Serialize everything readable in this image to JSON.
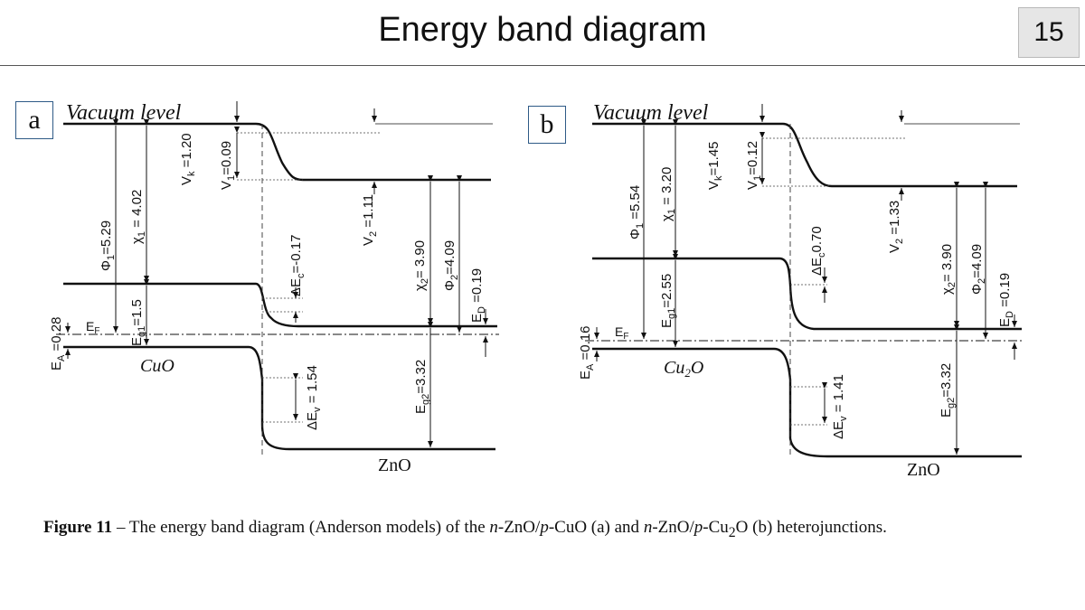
{
  "slide": {
    "title": "Energy band diagram",
    "page_number": "15"
  },
  "panel_a": {
    "label": "a",
    "vacuum_level": "Vacuum level",
    "left_material": "CuO",
    "right_material": "ZnO",
    "E_F": "E",
    "E_F_sub": "F",
    "phi1": "Φ",
    "phi1_sub": "1",
    "phi1_val": "=5.29",
    "chi1": "χ",
    "chi1_sub": "1",
    "chi1_val": " = 4.02",
    "Vk": "V",
    "Vk_sub": "k",
    "Vk_val": " =1.20",
    "V1": "V",
    "V1_sub": "1",
    "V1_val": "=0.09",
    "dEc": "ΔE",
    "dEc_sub": "c",
    "dEc_val": "=-0.17",
    "V2": "V",
    "V2_sub": "2",
    "V2_val": " =1.11",
    "chi2": "χ",
    "chi2_sub": "2",
    "chi2_val": "= 3.90",
    "phi2": "Φ",
    "phi2_sub": "2",
    "phi2_val": "=4.09",
    "ED": "E",
    "ED_sub": "D",
    "ED_val": " =0.19",
    "Eg1": "E",
    "Eg1_sub": "g1",
    "Eg1_val": "=1.5",
    "EA": "E",
    "EA_sub": "A",
    "EA_val": " =0.28",
    "dEv": "ΔE",
    "dEv_sub": "v",
    "dEv_val": " = 1.54",
    "Eg2": "E",
    "Eg2_sub": "g2",
    "Eg2_val": "=3.32"
  },
  "panel_b": {
    "label": "b",
    "vacuum_level": "Vacuum level",
    "left_material": "Cu",
    "left_material_sub": "2",
    "left_material_end": "O",
    "right_material": "ZnO",
    "E_F": "E",
    "E_F_sub": "F",
    "phi1": "Φ",
    "phi1_sub": "1",
    "phi1_val": " =5.54",
    "chi1": "χ",
    "chi1_sub": "1",
    "chi1_val": " = 3.20",
    "Vk": "V",
    "Vk_sub": "k",
    "Vk_val": "=1.45",
    "V1": "V",
    "V1_sub": "1",
    "V1_val": "=0.12",
    "dEc": "ΔE",
    "dEc_sub": "c",
    "dEc_val": "0.70",
    "V2": "V",
    "V2_sub": "2",
    "V2_val": " =1.33",
    "chi2": "χ",
    "chi2_sub": "2",
    "chi2_val": "= 3.90",
    "phi2": "Φ",
    "phi2_sub": "2",
    "phi2_val": "=4.09",
    "ED": "E",
    "ED_sub": "D",
    "ED_val": " =0.19",
    "Eg1": "E",
    "Eg1_sub": "g1",
    "Eg1_val": "=2.55",
    "EA": "E",
    "EA_sub": "A",
    "EA_val": " =0.16",
    "dEv": "ΔE",
    "dEv_sub": "v",
    "dEv_val": " = 1.41",
    "Eg2": "E",
    "Eg2_sub": "g2",
    "Eg2_val": "=3.32"
  },
  "caption": {
    "lead": "Figure 11",
    "t1": " – The energy band diagram (Anderson models) of the ",
    "n1": "n",
    "t2": "-ZnO/",
    "p1": "p",
    "t3": "-CuO (a) and ",
    "n2": "n",
    "t4": "-ZnO/",
    "p2": "p",
    "t5": "-Cu",
    "sub2": "2",
    "t6": "O (b) heterojunctions."
  }
}
